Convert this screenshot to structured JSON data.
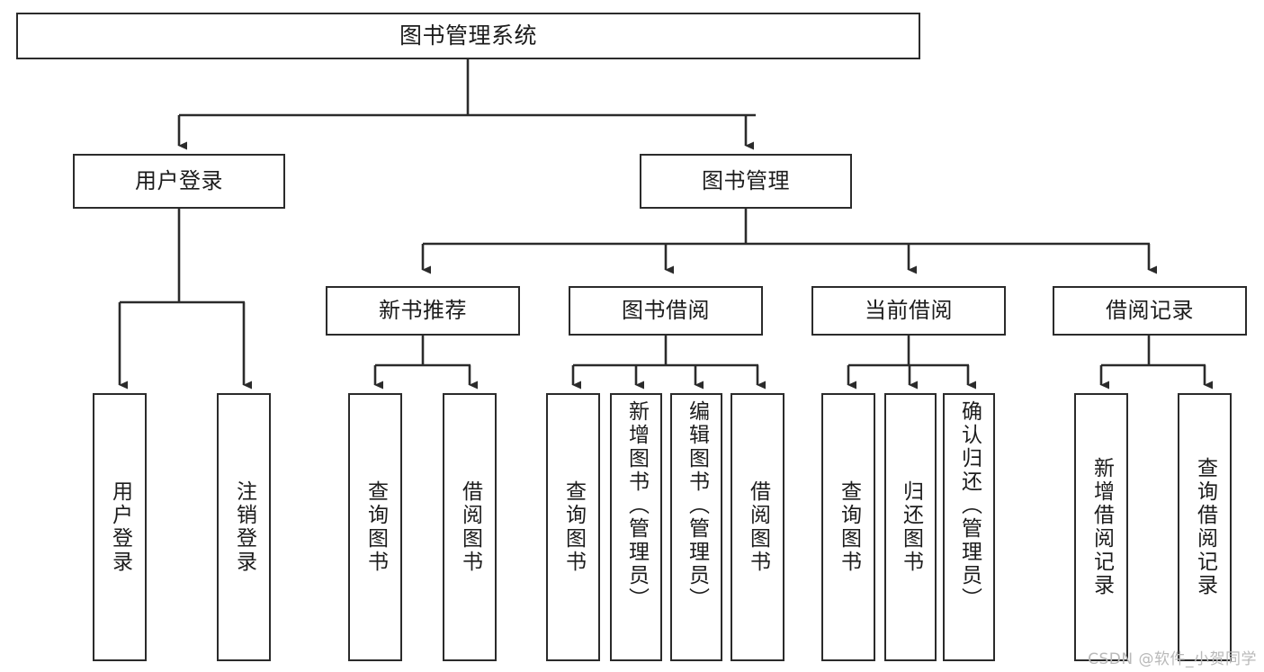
{
  "diagram": {
    "type": "tree-hierarchy",
    "title": "图书管理系统",
    "watermark": "CSDN @软件_小贺同学",
    "colors": {
      "box_border": "#2b2b2b",
      "box_fill": "#ffffff",
      "edge": "#2b2b2b",
      "text": "#1c1c1c",
      "watermark": "#b9b9b9",
      "background": "#ffffff"
    },
    "root": {
      "label": "图书管理系统",
      "orientation": "horizontal"
    },
    "level1": [
      {
        "label": "用户登录",
        "orientation": "horizontal"
      },
      {
        "label": "图书管理",
        "orientation": "horizontal"
      }
    ],
    "level2": [
      {
        "label": "新书推荐",
        "orientation": "horizontal",
        "parent": "图书管理"
      },
      {
        "label": "图书借阅",
        "orientation": "horizontal",
        "parent": "图书管理"
      },
      {
        "label": "当前借阅",
        "orientation": "horizontal",
        "parent": "图书管理"
      },
      {
        "label": "借阅记录",
        "orientation": "horizontal",
        "parent": "图书管理"
      }
    ],
    "leaves": [
      {
        "label": "用户登录",
        "orientation": "vertical",
        "parent": "用户登录"
      },
      {
        "label": "注销登录",
        "orientation": "vertical",
        "parent": "用户登录"
      },
      {
        "label": "查询图书",
        "orientation": "vertical",
        "parent": "新书推荐"
      },
      {
        "label": "借阅图书",
        "orientation": "vertical",
        "parent": "新书推荐"
      },
      {
        "label": "查询图书",
        "orientation": "vertical",
        "parent": "图书借阅"
      },
      {
        "label": "新增图书（管理员）",
        "orientation": "vertical",
        "parent": "图书借阅"
      },
      {
        "label": "编辑图书（管理员）",
        "orientation": "vertical",
        "parent": "图书借阅"
      },
      {
        "label": "借阅图书",
        "orientation": "vertical",
        "parent": "图书借阅"
      },
      {
        "label": "查询图书",
        "orientation": "vertical",
        "parent": "当前借阅"
      },
      {
        "label": "归还图书",
        "orientation": "vertical",
        "parent": "当前借阅"
      },
      {
        "label": "确认归还（管理员）",
        "orientation": "vertical",
        "parent": "当前借阅"
      },
      {
        "label": "新增借阅记录",
        "orientation": "vertical",
        "parent": "借阅记录"
      },
      {
        "label": "查询借阅记录",
        "orientation": "vertical",
        "parent": "借阅记录"
      }
    ]
  }
}
